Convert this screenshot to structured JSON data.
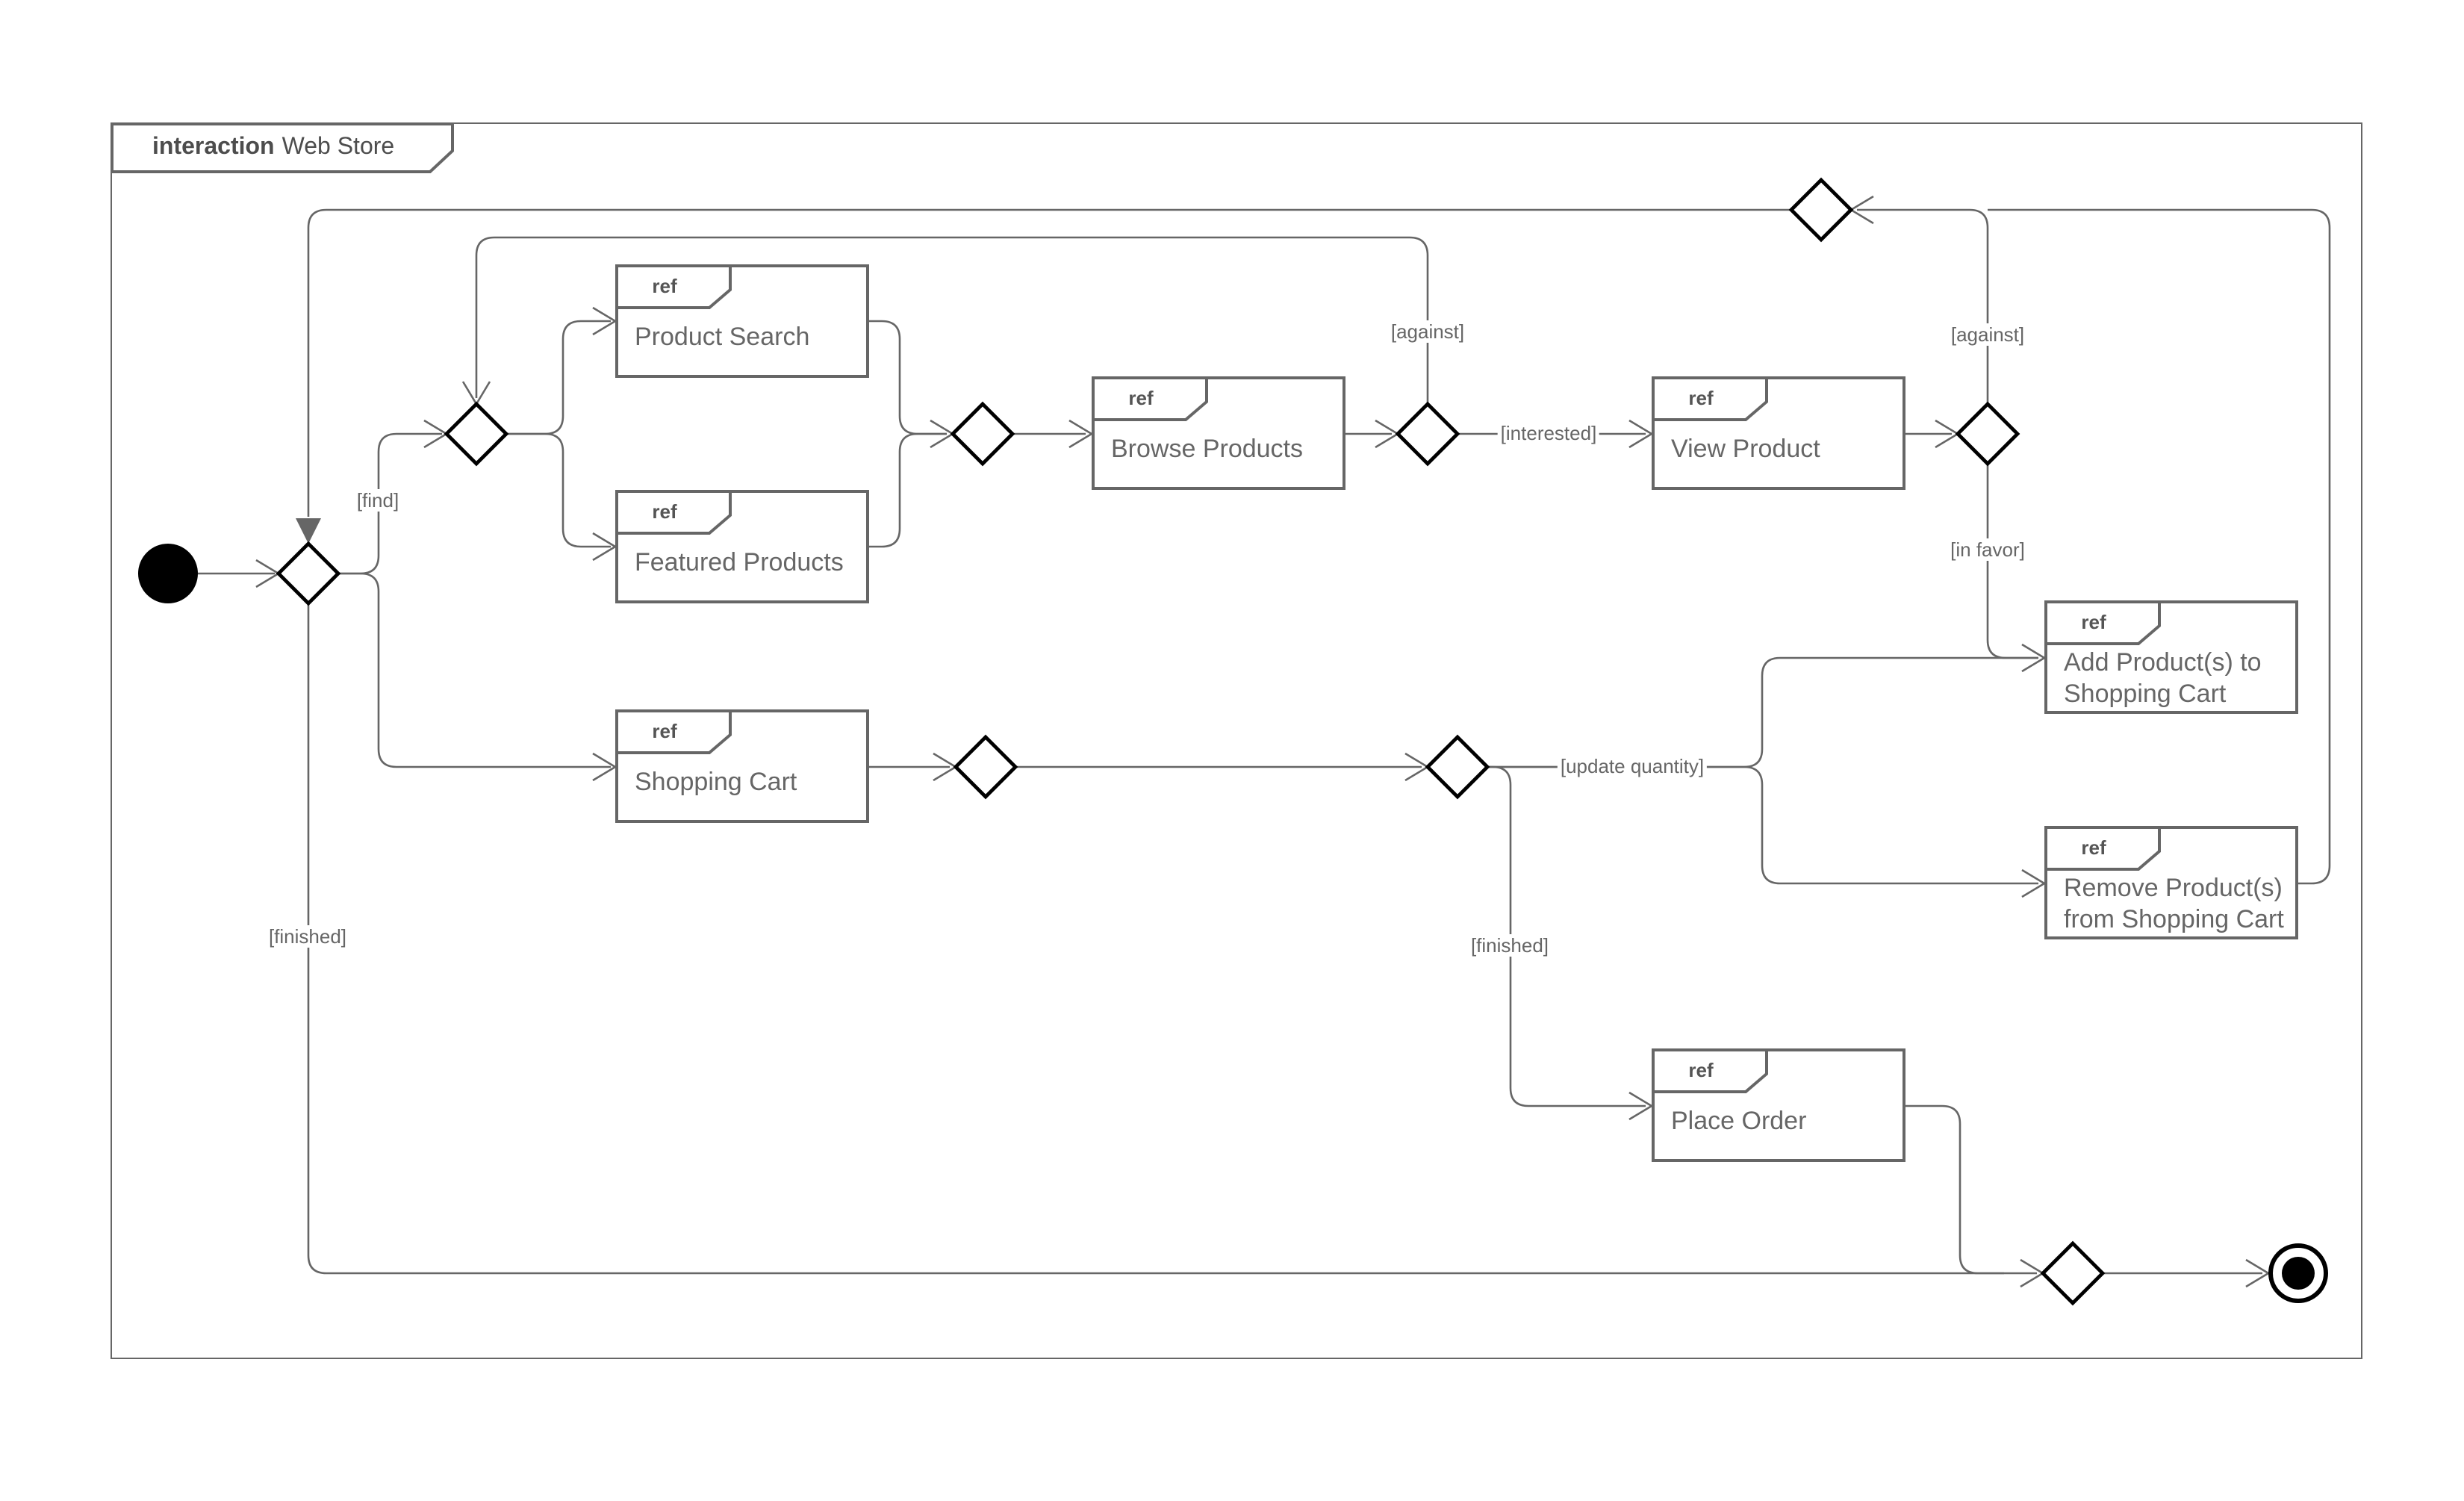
{
  "frame": {
    "keyword": "interaction",
    "name": "Web Store"
  },
  "ref_keyword": "ref",
  "nodes": {
    "product_search": {
      "label": "Product Search"
    },
    "featured_products": {
      "label": "Featured Products"
    },
    "browse_products": {
      "label": "Browse Products"
    },
    "view_product": {
      "label": "View Product"
    },
    "shopping_cart": {
      "label": "Shopping Cart"
    },
    "add_to_cart": {
      "label": "Add Product(s) to\nShopping Cart"
    },
    "remove_from_cart": {
      "label": "Remove Product(s)\nfrom Shopping Cart"
    },
    "place_order": {
      "label": "Place Order"
    }
  },
  "edge_labels": {
    "find": "[find]",
    "finished_left": "[finished]",
    "against_mid": "[against]",
    "interested": "[interested]",
    "against_right": "[against]",
    "in_favor": "[in favor]",
    "update_quantity": "[update quantity]",
    "finished_mid": "[finished]"
  },
  "colors": {
    "edge": "#666666",
    "box_border": "#666666",
    "diamond_stroke": "#000000",
    "text": "#666666",
    "background": "#ffffff"
  }
}
